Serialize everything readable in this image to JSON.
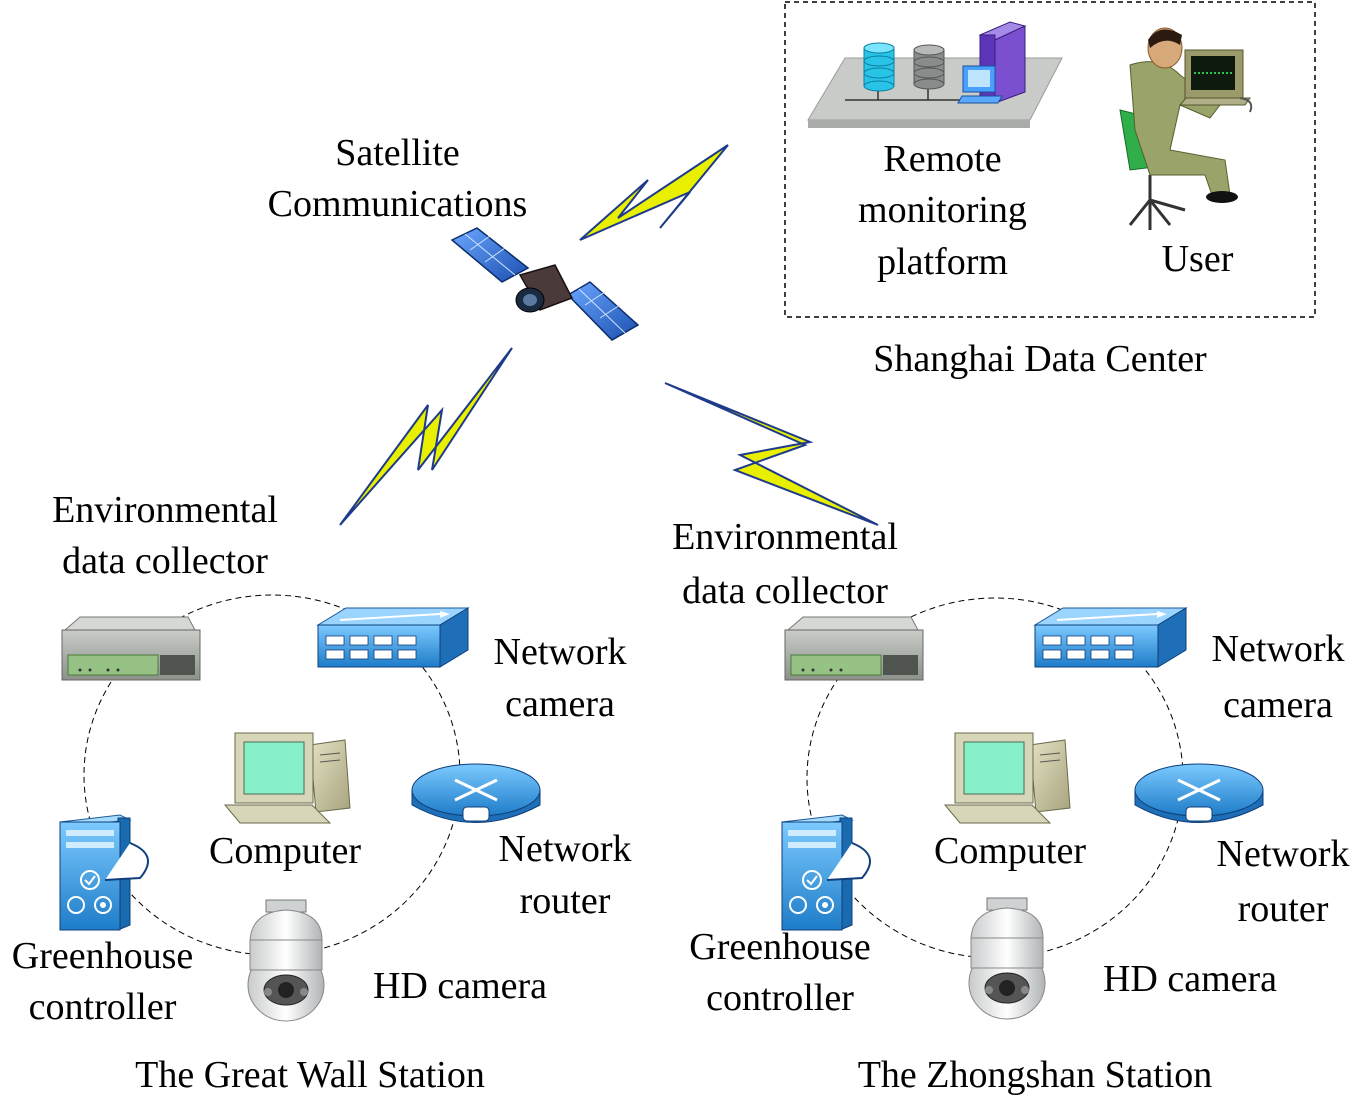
{
  "satellite": {
    "label_line1": "Satellite",
    "label_line2": "Communications"
  },
  "data_center": {
    "title": "Shanghai Data Center",
    "platform_line1": "Remote",
    "platform_line2": "monitoring",
    "platform_line3": "platform",
    "user": "User"
  },
  "stations": [
    {
      "name": "The Great Wall Station",
      "collector_line1": "Environmental",
      "collector_line2": "data collector",
      "network_camera_line1": "Network",
      "network_camera_line2": "camera",
      "computer": "Computer",
      "router_line1": "Network",
      "router_line2": "router",
      "greenhouse_line1": "Greenhouse",
      "greenhouse_line2": "controller",
      "hd_camera": "HD camera"
    },
    {
      "name": "The Zhongshan Station",
      "collector_line1": "Environmental",
      "collector_line2": "data collector",
      "network_camera_line1": "Network",
      "network_camera_line2": "camera",
      "computer": "Computer",
      "router_line1": "Network",
      "router_line2": "router",
      "greenhouse_line1": "Greenhouse",
      "greenhouse_line2": "controller",
      "hd_camera": "HD camera"
    }
  ],
  "colors": {
    "lightning_fill": "#e8f000",
    "lightning_stroke": "#1e3a8a",
    "panel_blue": "#2f6fd0",
    "router_blue": "#2e8fd8",
    "switch_blue": "#3aa0e8",
    "screen_green": "#86f0c8",
    "purple_server": "#7a4fd0"
  }
}
